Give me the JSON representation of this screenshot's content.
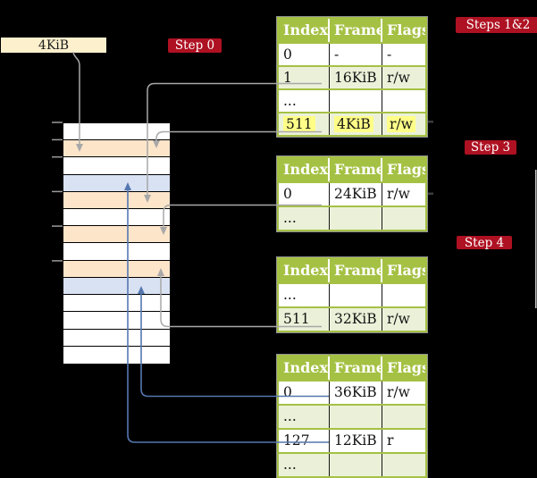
{
  "colors": {
    "background": "#000000",
    "badge_red": "#ae1122",
    "header_green": "#a5c144",
    "row_green": "#ebf1d9",
    "highlight_yellow": "#ffff87",
    "label_cream": "#fcf0cd",
    "gray_arrow": "#a8a8a8",
    "blue_arrow": "#5577b0",
    "orange": "#fde5ca",
    "blue": "#d9e2f3",
    "white": "#ffffff"
  },
  "page_size_label": "4KiB",
  "badges": {
    "step0": "Step 0",
    "steps12": "Steps 1&2",
    "step3": "Step 3",
    "step4": "Step 4"
  },
  "memory": {
    "rows": [
      {
        "color": "white"
      },
      {
        "color": "orange"
      },
      {
        "color": "white"
      },
      {
        "color": "blue"
      },
      {
        "color": "orange"
      },
      {
        "color": "white"
      },
      {
        "color": "orange"
      },
      {
        "color": "white"
      },
      {
        "color": "orange"
      },
      {
        "color": "blue"
      },
      {
        "color": "white"
      },
      {
        "color": "white"
      },
      {
        "color": "white"
      },
      {
        "color": "white"
      }
    ]
  },
  "tables": [
    {
      "headers": [
        "Index",
        "Frame",
        "Flags"
      ],
      "rows": [
        {
          "cells": [
            "0",
            "-",
            "-"
          ]
        },
        {
          "cells": [
            "1",
            "16KiB",
            "r/w"
          ]
        },
        {
          "cells": [
            "...",
            "",
            ""
          ]
        },
        {
          "cells": [
            "511",
            "4KiB",
            "r/w"
          ],
          "highlighted": true
        }
      ]
    },
    {
      "headers": [
        "Index",
        "Frame",
        "Flags"
      ],
      "rows": [
        {
          "cells": [
            "0",
            "24KiB",
            "r/w"
          ]
        },
        {
          "cells": [
            "...",
            "",
            ""
          ]
        }
      ]
    },
    {
      "headers": [
        "Index",
        "Frame",
        "Flags"
      ],
      "rows": [
        {
          "cells": [
            "...",
            "",
            ""
          ]
        },
        {
          "cells": [
            "511",
            "32KiB",
            "r/w"
          ]
        }
      ]
    },
    {
      "headers": [
        "Index",
        "Frame",
        "Flags"
      ],
      "rows": [
        {
          "cells": [
            "0",
            "36KiB",
            "r/w"
          ]
        },
        {
          "cells": [
            "...",
            "",
            ""
          ]
        },
        {
          "cells": [
            "127",
            "12KiB",
            "r"
          ]
        },
        {
          "cells": [
            "...",
            "",
            ""
          ]
        }
      ]
    }
  ]
}
